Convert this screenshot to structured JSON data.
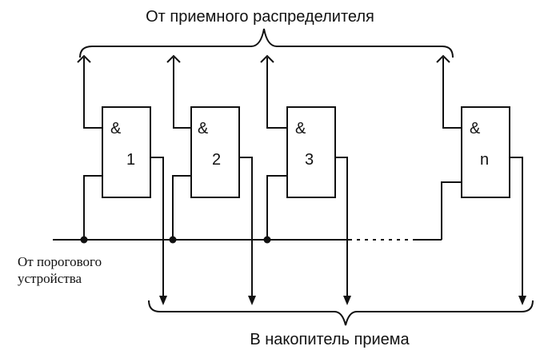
{
  "title_top": "От приемного распределителя",
  "title_bottom": "В накопитель приема",
  "source_label": [
    "От порогового",
    "устройства"
  ],
  "gates": [
    {
      "op": "&",
      "num": "1"
    },
    {
      "op": "&",
      "num": "2"
    },
    {
      "op": "&",
      "num": "3"
    },
    {
      "op": "&",
      "num": "n"
    }
  ]
}
